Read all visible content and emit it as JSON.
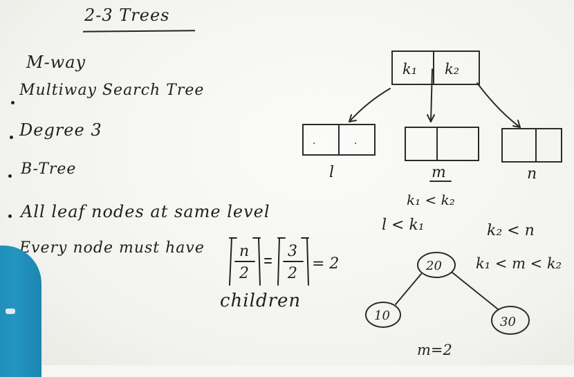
{
  "title": "2-3 Trees",
  "lines": {
    "m_way": "M-way",
    "multiway": "Multiway Search Tree",
    "degree": "Degree 3",
    "btree": "B-Tree",
    "leaf": "All leaf nodes at same level",
    "every_node": "Every node must have",
    "formula": {
      "n": "n",
      "two": "2",
      "three": "3",
      "den": "2",
      "result": "= 2"
    },
    "children": "children"
  },
  "diagram": {
    "root_keys": [
      "k₁",
      "k₂"
    ],
    "child_labels": [
      "l",
      "m",
      "n"
    ],
    "conditions": [
      "k₁ < k₂",
      "l < k₁",
      "k₂ < n",
      "k₁ < m < k₂"
    ],
    "example_nodes": [
      "20",
      "10",
      "30"
    ],
    "example_note": "m=2"
  }
}
